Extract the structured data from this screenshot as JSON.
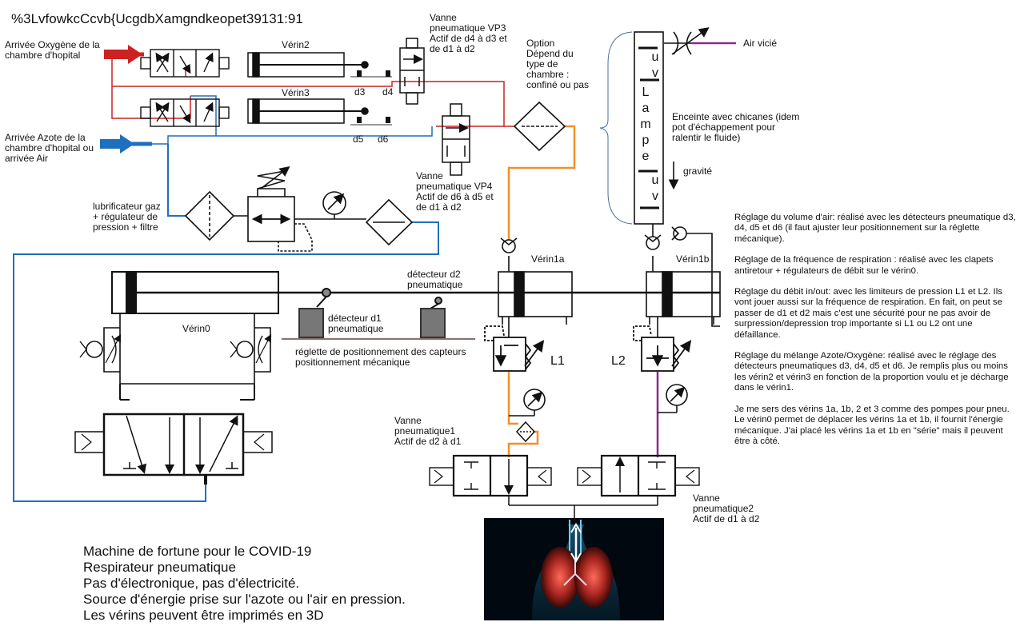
{
  "header_code": "%3LvfowkcCcvb{UcgdbXamgndkeopet39131:91",
  "inlets": {
    "oxygen": "Arrivée Oxygène de la\nchambre d'hopital",
    "nitrogen": "Arrivée Azote de la\nchambre d'hopital ou\narrivée Air"
  },
  "cylinders": {
    "verin2": "Vérin2",
    "verin3": "Vérin3",
    "verin0": "Vérin0",
    "verin1a": "Vérin1a",
    "verin1b": "Vérin1b"
  },
  "detectors": {
    "d3": "d3",
    "d4": "d4",
    "d5": "d5",
    "d6": "d6",
    "d2": "détecteur d2\npneumatique",
    "d1": "détecteur d1\npneumatique"
  },
  "valves": {
    "vp3": "Vanne\npneumatique VP3\nActif de d4 à d3 et\nde d1 à d2",
    "vp4": "Vanne\npneumatique VP4\nActif de d6 à d5 et\nde d1 à d2",
    "v1": "Vanne\npneumatique1\nActif de d2 à d1",
    "v2": "Vanne\npneumatique2\nActif de d1 à d2"
  },
  "option_text": "Option\nDépend du\ntype de\nchambre :\nconfiné ou pas",
  "lamp": {
    "uv_top": "u\nv",
    "word": "L\na\nm\np\ne",
    "uv_bottom": "u\nv"
  },
  "air_vicie": "Air vicié",
  "enceinte": "Enceinte avec chicanes (idem\npot d'échappement pour\nralentir le fluide)",
  "gravite": "gravité",
  "lubricator": "lubrificateur gaz\n+ régulateur de\npression + filtre",
  "reglette": "réglette de positionnement des capteurs\npositionnement mécanique",
  "limiters": {
    "l1": "L1",
    "l2": "L2"
  },
  "notes": [
    "Réglage du volume d'air: réalisé avec les détecteurs pneumatique d3, d4, d5 et d6 (il faut ajuster leur positionnement sur la réglette mécanique).",
    "Réglage de la fréquence de respiration : réalisé avec les clapets antiretour + régulateurs de débit sur le vérin0.",
    "Réglage du débit in/out: avec les limiteurs de pression L1 et L2. Ils vont jouer aussi sur la fréquence de respiration. En fait, on peut se passer de d1 et d2 mais c'est une sécurité pour ne pas avoir de surpression/depression trop importante si L1 ou L2 ont une défaillance.",
    "Réglage du mélange Azote/Oxygène: réalisé avec le réglage des détecteurs pneumatiques d3, d4, d5 et d6. Je remplis plus ou moins les vérin2 et vérin3 en fonction de la proportion voulu et je décharge dans le vérin1.",
    "Je me sers des vérins 1a, 1b, 2 et 3 comme des pompes pour pneu. Le vérin0 permet de déplacer les vérins 1a et 1b, il fournit l'énergie mécanique. J'ai placé les vérins 1a et 1b en \"série\" mais il peuvent être à côté."
  ],
  "bottom_lines": [
    "Machine de fortune pour le COVID-19",
    "Respirateur pneumatique",
    "Pas d'électronique, pas d'électricité.",
    "Source d'énergie prise sur l'azote ou l'air en pression.",
    "Les vérins peuvent être imprimés en 3D"
  ],
  "colors": {
    "oxygen_line": "#cc2222",
    "nitrogen_line": "#1f6fbf",
    "orange_line": "#f0902a",
    "purple_line": "#8a2a8a",
    "ink": "#111111",
    "lung_bg": "#02080f"
  }
}
